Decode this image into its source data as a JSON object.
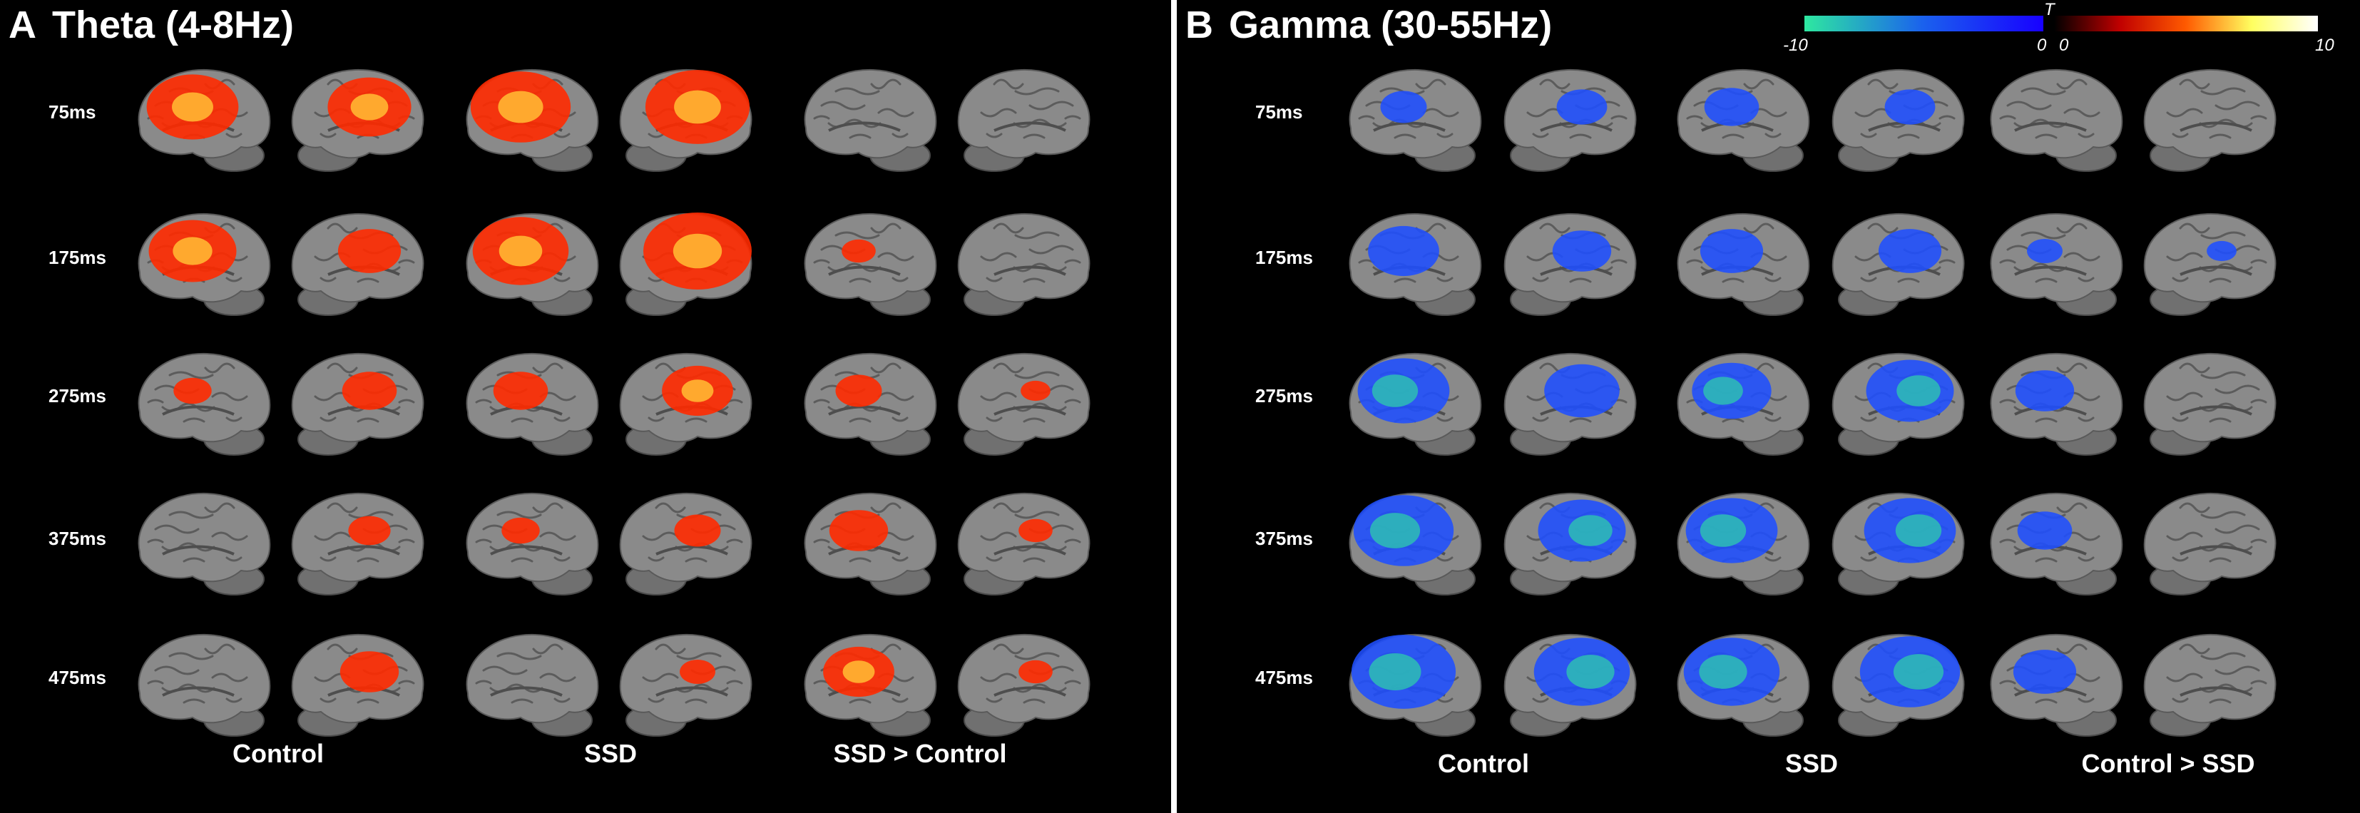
{
  "panels": [
    {
      "letter": "A",
      "title": "Theta (4-8Hz)",
      "columns": [
        "Control",
        "SSD",
        "SSD > Control"
      ],
      "row_labels": [
        "75ms",
        "175ms",
        "275ms",
        "375ms",
        "475ms"
      ],
      "map_sign": "positive"
    },
    {
      "letter": "B",
      "title": "Gamma (30-55Hz)",
      "columns": [
        "Control",
        "SSD",
        "Control > SSD"
      ],
      "row_labels": [
        "75ms",
        "175ms",
        "275ms",
        "375ms",
        "475ms"
      ],
      "map_sign": "negative"
    }
  ],
  "colorbar": {
    "label": "T",
    "ticks": [
      "-10",
      "0",
      "0",
      "10"
    ],
    "negative_colors": [
      "#2ee8a0",
      "#1a60ee",
      "#1800ff"
    ],
    "positive_colors": [
      "#000000",
      "#c00000",
      "#ff5a00",
      "#ffff60",
      "#ffffff"
    ]
  },
  "colors": {
    "background": "#000000",
    "cortex": "#8a8a8a",
    "positive_activation": "#ff2a00",
    "negative_activation": "#1f4fff"
  },
  "activation_levels": {
    "panelA": [
      [
        [
          0.8,
          0.7
        ],
        [
          0.9,
          0.95
        ],
        [
          0,
          0
        ]
      ],
      [
        [
          0.75,
          0.45
        ],
        [
          0.85,
          1.0
        ],
        [
          0.1,
          0
        ]
      ],
      [
        [
          0.15,
          0.35
        ],
        [
          0.35,
          0.55
        ],
        [
          0.25,
          0.05
        ]
      ],
      [
        [
          0,
          0.2
        ],
        [
          0.15,
          0.25
        ],
        [
          0.4,
          0.1
        ]
      ],
      [
        [
          0,
          0.4
        ],
        [
          0,
          0.12
        ],
        [
          0.55,
          0.1
        ]
      ]
    ],
    "panelB": [
      [
        [
          0.25,
          0.3
        ],
        [
          0.35,
          0.3
        ],
        [
          0,
          0
        ]
      ],
      [
        [
          0.55,
          0.4
        ],
        [
          0.45,
          0.45
        ],
        [
          0.12,
          0.05
        ]
      ],
      [
        [
          0.8,
          0.6
        ],
        [
          0.65,
          0.75
        ],
        [
          0.4,
          0
        ]
      ],
      [
        [
          0.9,
          0.75
        ],
        [
          0.8,
          0.8
        ],
        [
          0.35,
          0
        ]
      ],
      [
        [
          0.95,
          0.85
        ],
        [
          0.85,
          0.9
        ],
        [
          0.45,
          0
        ]
      ]
    ]
  }
}
